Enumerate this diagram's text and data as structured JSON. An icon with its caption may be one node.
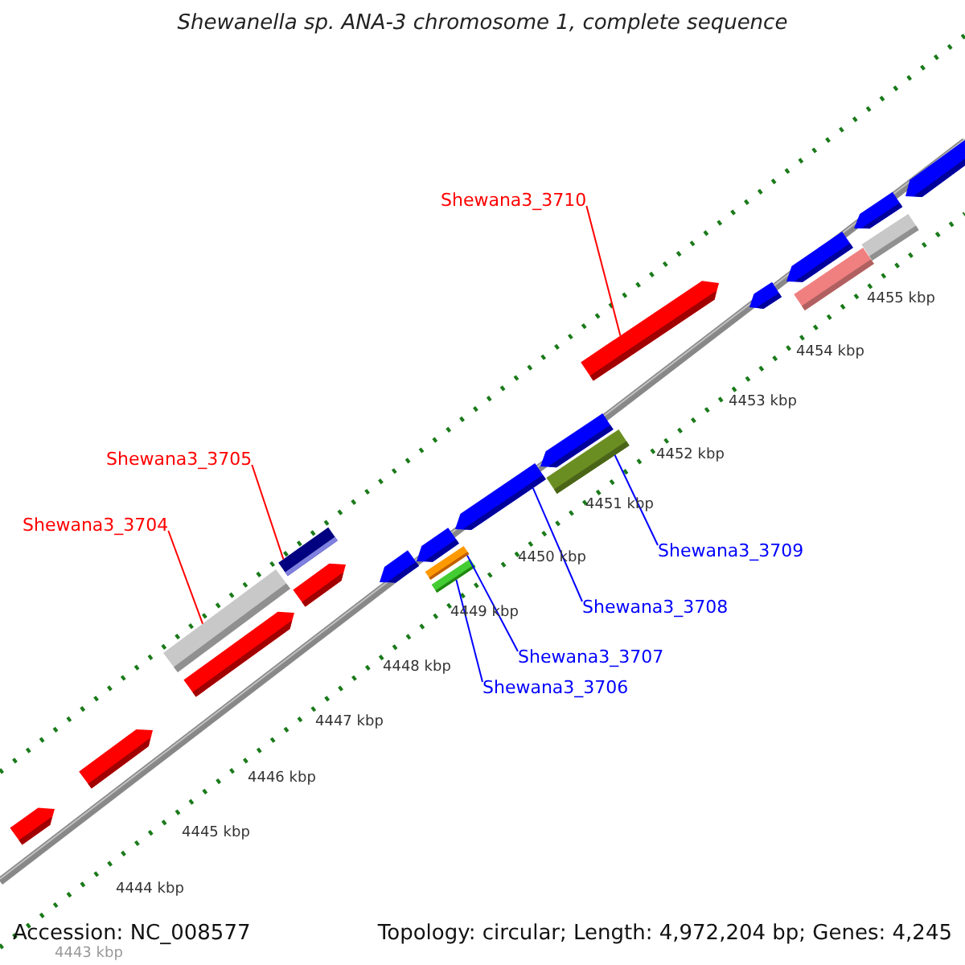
{
  "diagram": {
    "title": "Shewanella sp. ANA-3 chromosome 1, complete sequence",
    "nodes": [
      {
        "text": [
          "Shewana3_3710"
        ]
      },
      {
        "text": [],
        "shape": "bar"
      },
      {
        "text": [
          "Shewana3_3705"
        ]
      },
      {
        "text": [],
        "shape": "bar"
      },
      {
        "text": [
          "Shewana3_3704"
        ]
      },
      {
        "text": [],
        "shape": "bar"
      },
      {
        "text": [
          "Shewana3_3709"
        ]
      },
      {
        "text": [],
        "shape": "bar"
      },
      {
        "text": [
          "Shewana3_3708"
        ]
      },
      {
        "text": [],
        "shape": "bar"
      },
      {
        "text": [
          "Shewana3_3707"
        ]
      },
      {
        "text": [],
        "shape": "bar"
      },
      {
        "text": [
          "Shewana3_3706"
        ]
      },
      {
        "text": [],
        "shape": "bar"
      }
    ],
    "edges": [
      {
        "from": 0,
        "to": 1,
        "arrow": "none",
        "color": "#ff0000"
      },
      {
        "from": 2,
        "to": 3,
        "arrow": "none",
        "color": "#ff0000"
      },
      {
        "from": 4,
        "to": 5,
        "arrow": "none",
        "color": "#ff0000"
      },
      {
        "from": 6,
        "to": 7,
        "arrow": "none"
      },
      {
        "from": 8,
        "to": 9,
        "arrow": "none"
      },
      {
        "from": 10,
        "to": 11,
        "arrow": "none"
      },
      {
        "from": 12,
        "to": 13,
        "arrow": "none"
      }
    ],
    "labels": [
      "4443 kbp",
      "4444 kbp",
      "4445 kbp",
      "4446 kbp",
      "4447 kbp",
      "4448 kbp",
      "4449 kbp",
      "4450 kbp",
      "4451 kbp",
      "4452 kbp",
      "4453 kbp",
      "4454 kbp",
      "4455 kbp",
      "Accession: NC_008577",
      "Topology: circular; Length: 4,972,204 bp; Genes: 4,245"
    ]
  }
}
